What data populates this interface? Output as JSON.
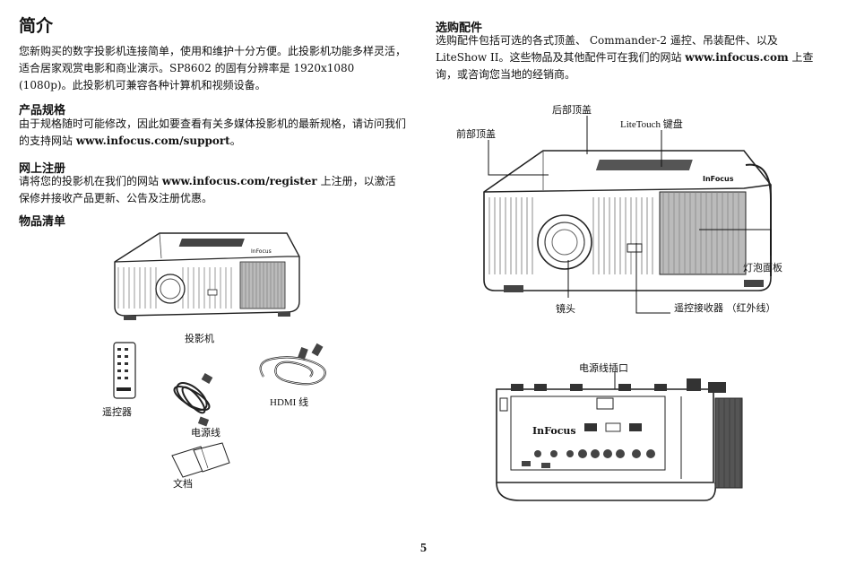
{
  "left": {
    "title": "简介",
    "intro": "您新购买的数字投影机连接简单，使用和维护十分方便。此投影机功能多样灵活，适合居家观赏电影和商业演示。SP8602 的固有分辨率是 1920x1080 (1080p)。此投影机可兼容各种计算机和视频设备。",
    "spec_heading": "产品规格",
    "spec_text_a": "由于规格随时可能修改，因此如要查看有关多媒体投影机的最新规格，请访问我们的支持网站 ",
    "spec_link": "www.infocus.com/support",
    "spec_text_b": "。",
    "reg_heading": "网上注册",
    "reg_text_a": "请将您的投影机在我们的网站 ",
    "reg_link": "www.infocus.com/register",
    "reg_text_b": " 上注册，以激活保修并接收产品更新、公告及注册优惠。",
    "list_heading": "物品清单",
    "items": {
      "projector": "投影机",
      "remote": "遥控器",
      "power_cord": "电源线",
      "hdmi": "HDMI 线",
      "docs": "文档"
    }
  },
  "right": {
    "acc_heading": "选购配件",
    "acc_text_a": "选购配件包括可选的各式顶盖、 Commander-2 遥控、吊装配件、以及 LiteShow II。这些物品及其他配件可在我们的网站 ",
    "acc_link": "www.infocus.com",
    "acc_text_b": " 上查询，或咨询您当地的经销商。",
    "callouts": {
      "rear_cover": "后部顶盖",
      "litetouch": "LiteTouch 键盘",
      "front_cover": "前部顶盖",
      "lamp_panel": "灯泡面板",
      "lens": "镜头",
      "ir_receiver": "遥控接收器 （红外线）",
      "power_socket": "电源线插口"
    }
  },
  "page_number": "5"
}
